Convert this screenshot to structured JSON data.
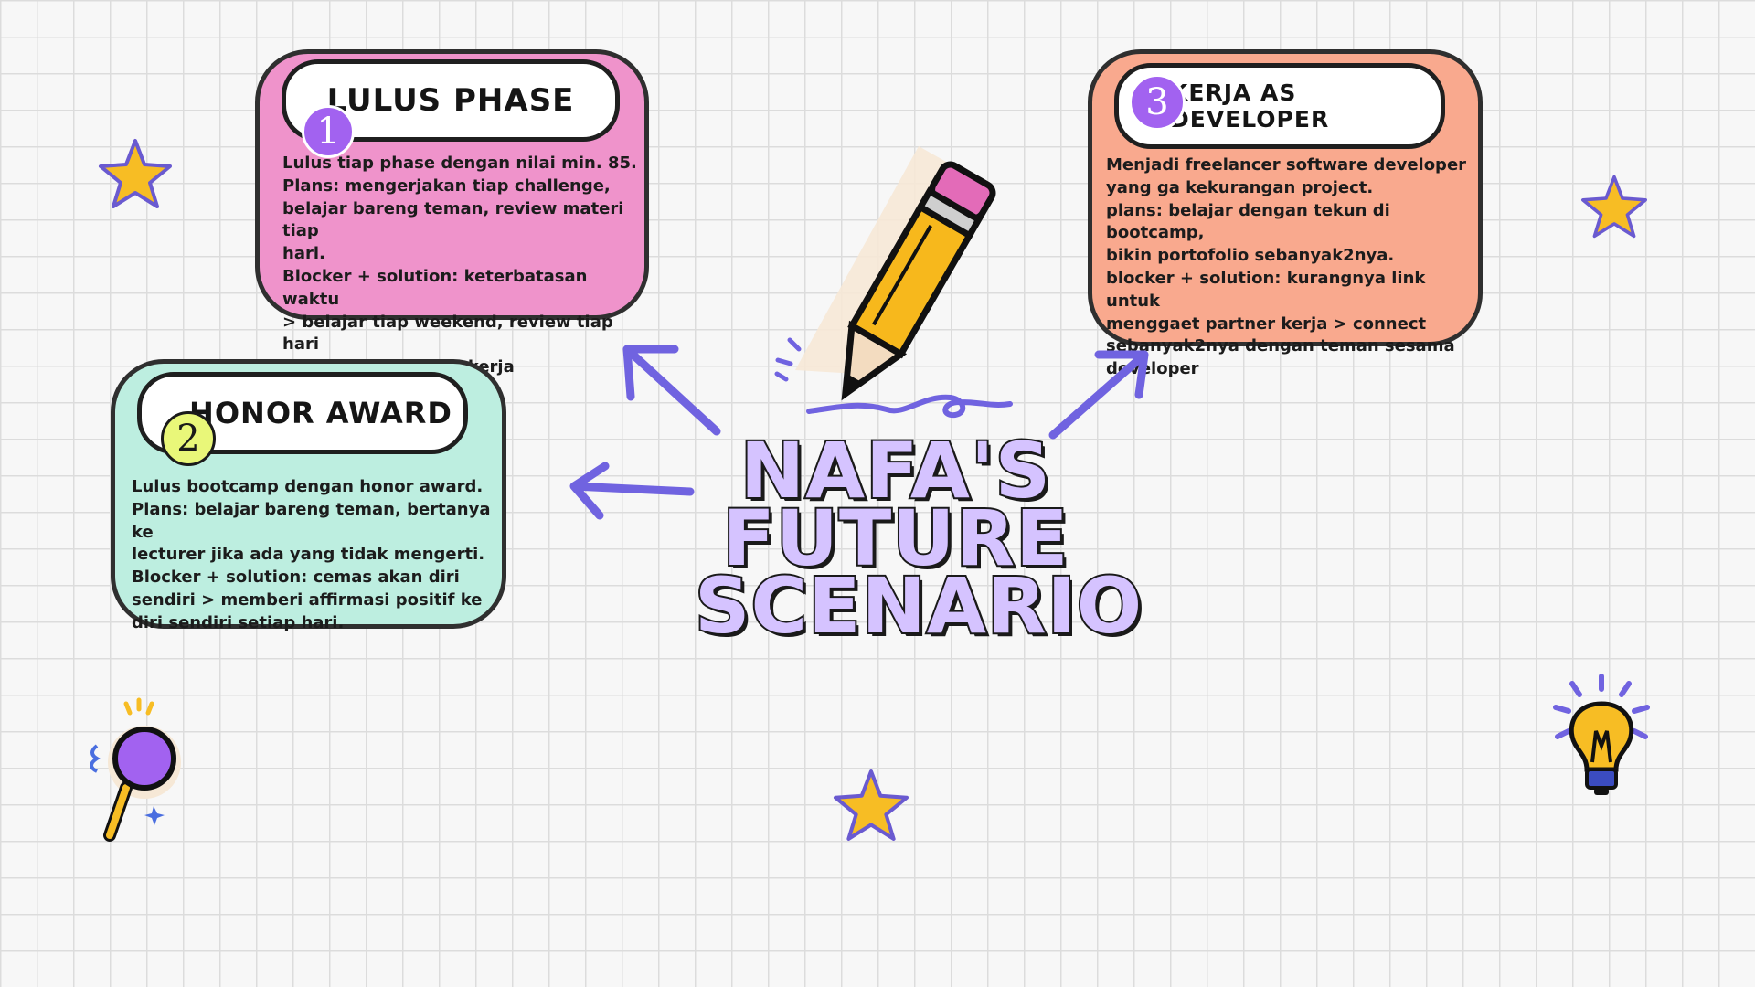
{
  "title": {
    "lines": [
      "NAFA'S",
      "FUTURE",
      "SCENARIO"
    ]
  },
  "cards": [
    {
      "number": "1",
      "heading": "LULUS PHASE",
      "lines": [
        "Lulus tiap phase dengan nilai min. 85.",
        "Plans: mengerjakan tiap challenge,",
        "belajar bareng teman, review materi tiap",
        "hari.",
        "Blocker + solution: keterbatasan waktu",
        "> belajar tiap weekend, review tiap hari",
        "sebelum berangkat kerja"
      ],
      "color": "#ef93cb",
      "shadow_color": "#a9ede0"
    },
    {
      "number": "2",
      "heading": "HONOR AWARD",
      "lines": [
        "Lulus bootcamp dengan honor award.",
        "Plans: belajar bareng teman, bertanya ke",
        "lecturer jika ada yang tidak mengerti.",
        "Blocker + solution: cemas akan diri",
        "sendiri > memberi affirmasi positif ke",
        "diri sendiri setiap hari."
      ],
      "color": "#bdeee0",
      "shadow_color": "#f7946c"
    },
    {
      "number": "3",
      "heading": "KERJA AS DEVELOPER",
      "lines": [
        "Menjadi freelancer software developer",
        "yang ga kekurangan project.",
        "plans: belajar dengan tekun di bootcamp,",
        "bikin portofolio sebanyak2nya.",
        "blocker + solution: kurangnya link untuk",
        "menggaet partner kerja > connect",
        "sebanyak2nya dengan teman sesama",
        "developer"
      ],
      "color": "#f9a98e",
      "shadow_color": "#b6e0f4"
    }
  ],
  "colors": {
    "accent_purple": "#7063e0",
    "badge_purple": "#a262f0",
    "badge_yellow": "#e9f779",
    "star_yellow": "#f7bd24",
    "pencil_yellow": "#f7b81c",
    "eraser_pink": "#e36bb8"
  },
  "icons": [
    "pencil-icon",
    "star-icon",
    "magnifier-icon",
    "lightbulb-icon",
    "arrow-icon"
  ]
}
